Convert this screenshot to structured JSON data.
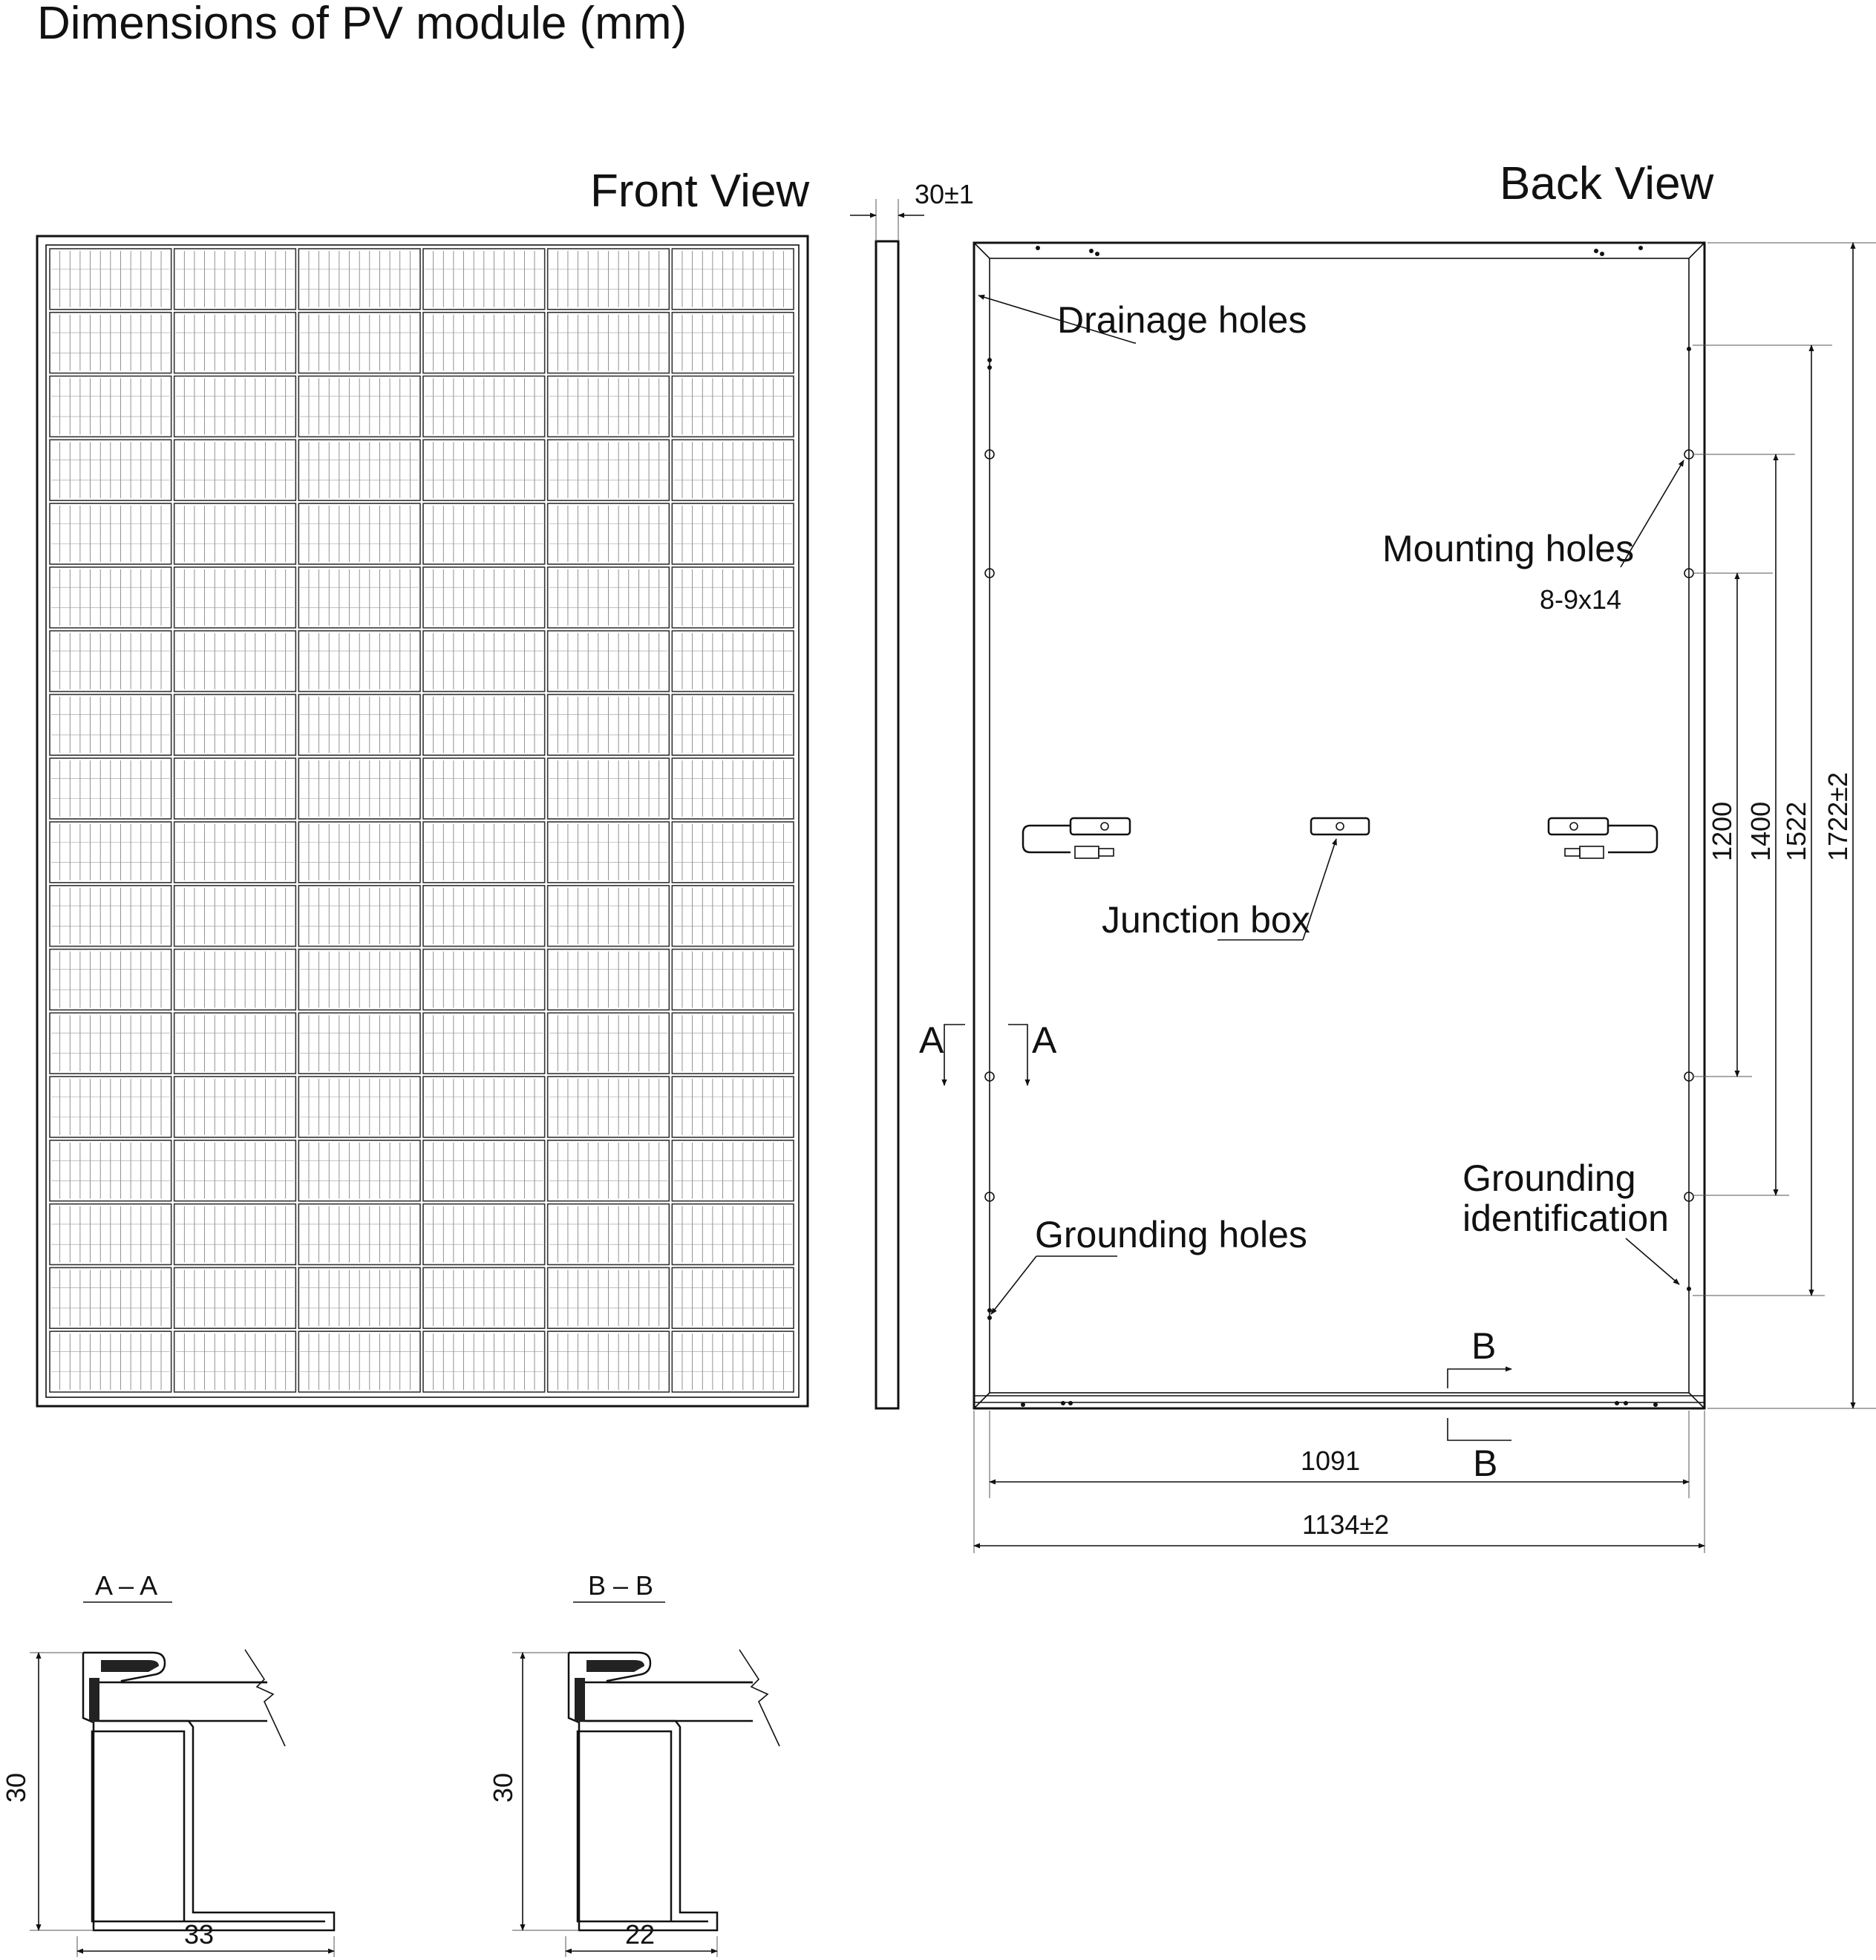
{
  "diagram": {
    "title": "Dimensions of PV module (mm)",
    "front_view": {
      "title": "Front View",
      "cell_columns": 6,
      "cell_rows": 18
    },
    "side_view": {
      "thickness_label": "30±1"
    },
    "back_view": {
      "title": "Back View",
      "callouts": {
        "drainage_holes": "Drainage holes",
        "mounting_holes": "Mounting holes",
        "mounting_holes_spec": "8-9x14",
        "junction_box": "Junction box",
        "grounding_holes": "Grounding holes",
        "grounding_identification_line1": "Grounding",
        "grounding_identification_line2": "identification"
      },
      "vertical_dimensions": [
        "1200",
        "1400",
        "1522",
        "1722±2"
      ],
      "horizontal_dimensions": {
        "inner": "1091",
        "outer": "1134±2"
      },
      "section_marks": {
        "a": "A",
        "b": "B"
      }
    },
    "sections": {
      "aa": {
        "title": "A – A",
        "height": "30",
        "width": "33"
      },
      "bb": {
        "title": "B – B",
        "height": "30",
        "width": "22"
      }
    },
    "colors": {
      "line": "#111111",
      "fill": "#ffffff",
      "seal": "#222222"
    }
  }
}
